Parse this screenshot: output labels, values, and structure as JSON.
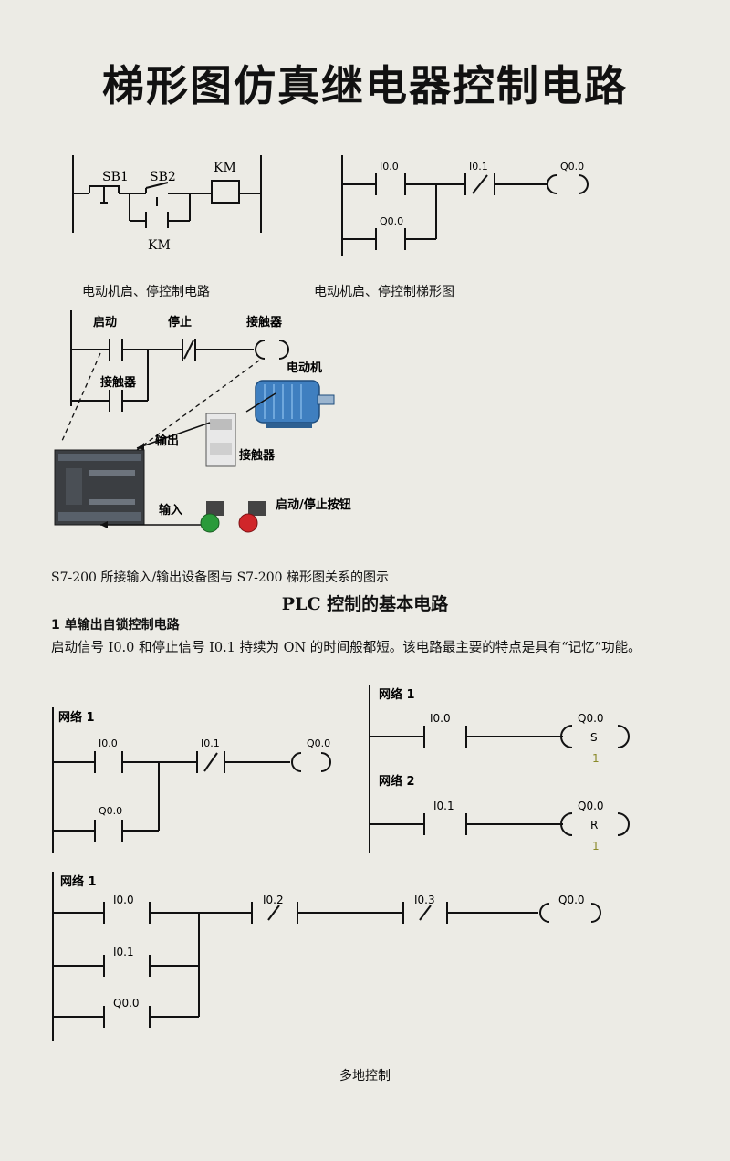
{
  "page_title": "梯形图仿真继电器控制电路",
  "relay_circuit": {
    "sb1": "SB1",
    "sb2": "SB2",
    "km_coil": "KM",
    "km_contact": "KM",
    "caption": "电动机启、停控制电路"
  },
  "ladder_basic": {
    "i00": "I0.0",
    "i01": "I0.1",
    "q00": "Q0.0",
    "q00_hold": "Q0.0",
    "caption": "电动机启、停控制梯形图"
  },
  "s7_figure": {
    "start": "启动",
    "stop": "停止",
    "contactor_coil": "接触器",
    "contactor_contact": "接触器",
    "motor": "电动机",
    "output": "输出",
    "contactor_device": "接触器",
    "input": "输入",
    "buttons": "启动/停止按钮",
    "caption": "S7-200 所接输入/输出设备图与 S7-200 梯形图关系的图示"
  },
  "plc_section_title": "PLC 控制的基本电路",
  "section1": {
    "heading": "1  单输出自锁控制电路",
    "description": "启动信号 I0.0 和停止信号 I0.1 持续为 ON 的时间般都短。该电路最主要的特点是具有“记忆”功能。"
  },
  "ladder_latch": {
    "network": "网络 1",
    "i00": "I0.0",
    "i01": "I0.1",
    "q00": "Q0.0",
    "q00_hold": "Q0.0"
  },
  "ladder_set_reset": {
    "network1": "网络 1",
    "network2": "网络 2",
    "set_input": "I0.0",
    "set_output": "Q0.0",
    "set_letter": "S",
    "set_count": "1",
    "reset_input": "I0.1",
    "reset_output": "Q0.0",
    "reset_letter": "R",
    "reset_count": "1"
  },
  "ladder_multi": {
    "network": "网络 1",
    "i00": "I0.0",
    "i01": "I0.1",
    "q00_hold": "Q0.0",
    "i02": "I0.2",
    "i03": "I0.3",
    "q00": "Q0.0",
    "caption": "多地控制"
  },
  "colors": {
    "background": "#ecebe5",
    "ink": "#111111",
    "motor_blue": "#3f7fc0",
    "button_green": "#2a9a3a",
    "button_red": "#d0262a",
    "count_label": "#8a8a2a"
  }
}
